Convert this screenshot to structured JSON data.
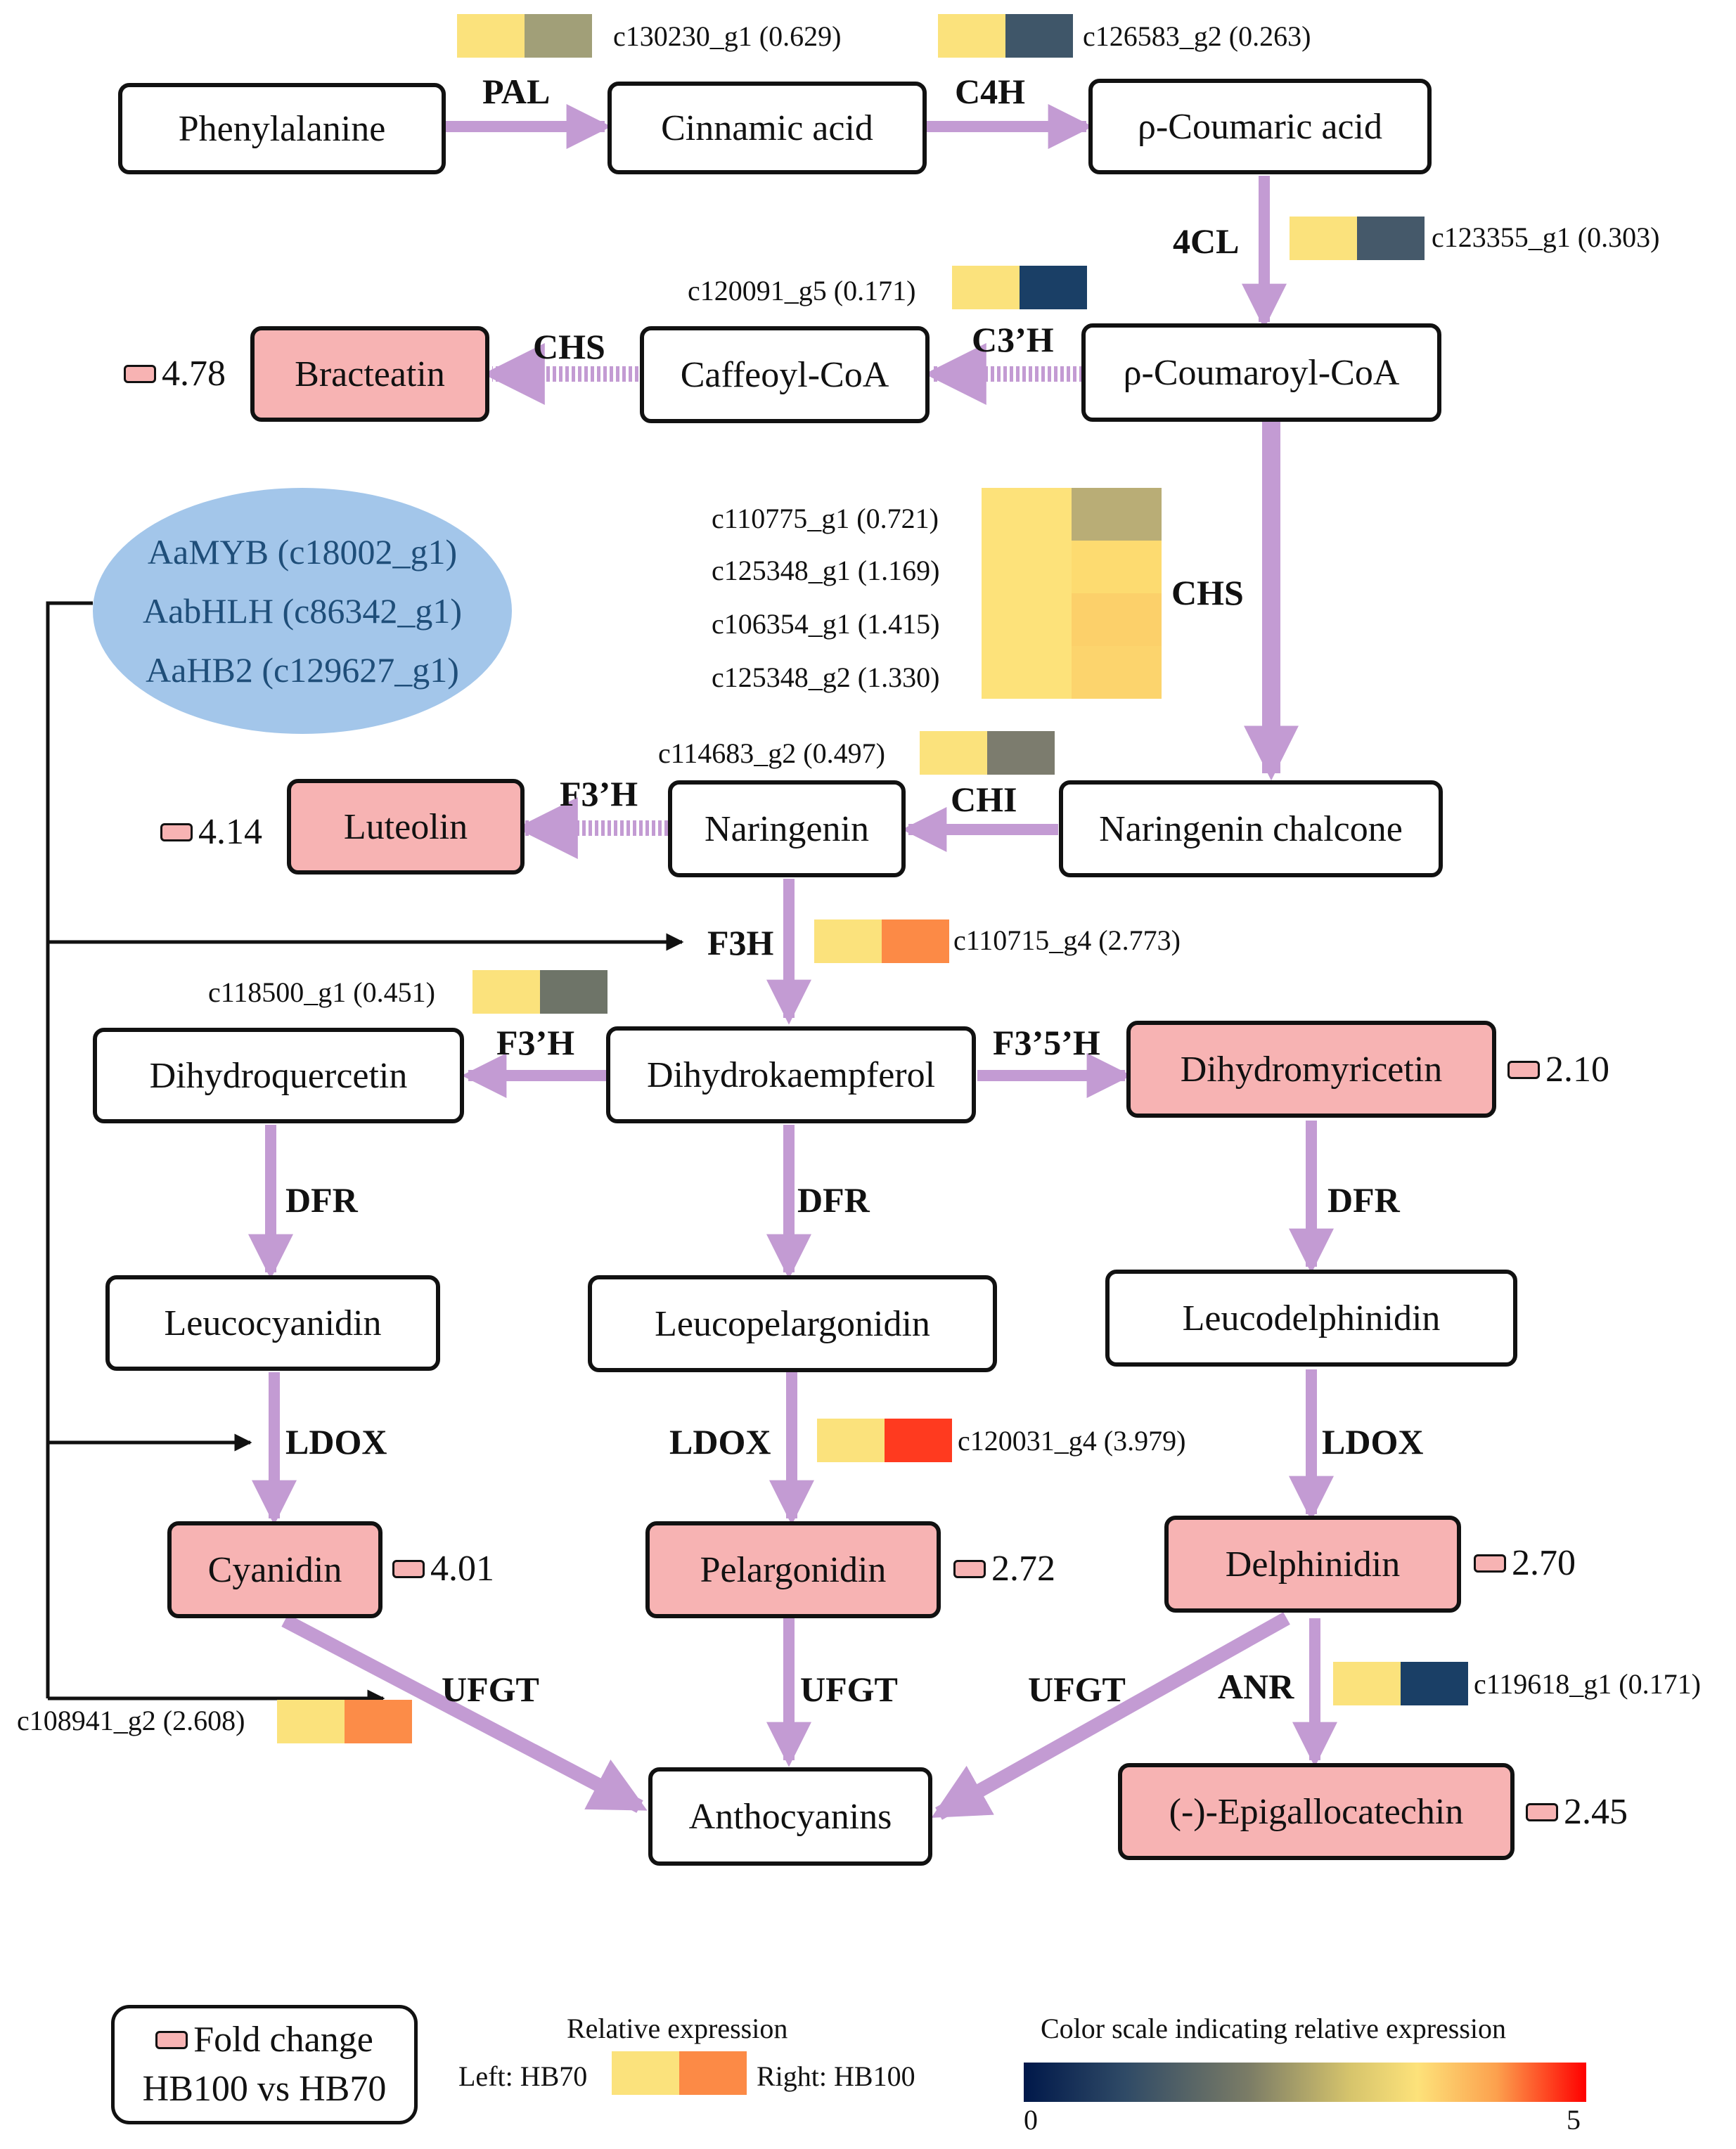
{
  "nodes": {
    "phenylalanine": "Phenylalanine",
    "cinnamic_acid": "Cinnamic acid",
    "p_coumaric_acid": "ρ-Coumaric acid",
    "p_coumaroyl_coa": "ρ-Coumaroyl-CoA",
    "caffeoyl_coa": "Caffeoyl-CoA",
    "bracteatin": "Bracteatin",
    "naringenin_chalcone": "Naringenin chalcone",
    "naringenin": "Naringenin",
    "luteolin": "Luteolin",
    "dihydroquercetin": "Dihydroquercetin",
    "dihydrokaempferol": "Dihydrokaempferol",
    "dihydromyricetin": "Dihydromyricetin",
    "leucocyanidin": "Leucocyanidin",
    "leucopelargonidin": "Leucopelargonidin",
    "leucodelphinidin": "Leucodelphinidin",
    "cyanidin": "Cyanidin",
    "pelargonidin": "Pelargonidin",
    "delphinidin": "Delphinidin",
    "anthocyanins": "Anthocyanins",
    "epigallocatechin": "(-)-Epigallocatechin"
  },
  "enzymes": {
    "pal": "PAL",
    "c4h": "C4H",
    "c4l": "4CL",
    "chs_bracteatin": "CHS",
    "c3h": "C3’H",
    "chs_main": "CHS",
    "chi": "CHI",
    "f3h_luteolin": "F3’H",
    "f3h": "F3H",
    "f3h_dihydroquercetin": "F3’H",
    "f35h": "F3’5’H",
    "dfr_left": "DFR",
    "dfr_mid": "DFR",
    "dfr_right": "DFR",
    "ldox_left": "LDOX",
    "ldox_mid": "LDOX",
    "ldox_right": "LDOX",
    "ufgt_left": "UFGT",
    "ufgt_mid": "UFGT",
    "ufgt_right": "UFGT",
    "anr": "ANR"
  },
  "genes": {
    "pal": {
      "label": "c130230_g1 (0.629)",
      "left": "#fbe27c",
      "right": "#a19f78"
    },
    "c4h": {
      "label": "c126583_g2 (0.263)",
      "left": "#fbe27c",
      "right": "#3f5669"
    },
    "c4l": {
      "label": "c123355_g1 (0.303)",
      "left": "#fbe27c",
      "right": "#45596a"
    },
    "c3h": {
      "label": "c120091_g5 (0.171)",
      "left": "#fbe27c",
      "right": "#1a3f66"
    },
    "chs": [
      {
        "label": "c110775_g1 (0.721)",
        "left": "#fde27a",
        "right": "#b9ad76"
      },
      {
        "label": "c125348_g1 (1.169)",
        "left": "#fde27a",
        "right": "#fddb70"
      },
      {
        "label": "c106354_g1 (1.415)",
        "left": "#fde27a",
        "right": "#fcd06a"
      },
      {
        "label": "c125348_g2 (1.330)",
        "left": "#fde27a",
        "right": "#fcd46d"
      }
    ],
    "chi": {
      "label": "c114683_g2 (0.497)",
      "left": "#fbe27c",
      "right": "#7c7c6e"
    },
    "f3h": {
      "label": "c110715_g4 (2.773)",
      "left": "#fbe27c",
      "right": "#fc8a46"
    },
    "f3h_dq": {
      "label": "c118500_g1 (0.451)",
      "left": "#fbe27c",
      "right": "#6e7468"
    },
    "ldox": {
      "label": "c120031_g4 (3.979)",
      "left": "#fbe27c",
      "right": "#ff3a1f"
    },
    "ufgt": {
      "label": "c108941_g2 (2.608)",
      "left": "#fbe27c",
      "right": "#fc8c48"
    },
    "anr": {
      "label": "c119618_g1 (0.171)",
      "left": "#fbe27c",
      "right": "#1a3f66"
    }
  },
  "fold_changes": {
    "bracteatin": "4.78",
    "luteolin": "4.14",
    "dihydromyricetin": "2.10",
    "cyanidin": "4.01",
    "pelargonidin": "2.72",
    "delphinidin": "2.70",
    "epigallocatechin": "2.45"
  },
  "transcription_factors": [
    "AaMYB (c18002_g1)",
    "AabHLH (c86342_g1)",
    "AaHB2 (c129627_g1)"
  ],
  "legend": {
    "fold_change_title": "Fold change",
    "fold_change_subtitle": "HB100 vs HB70",
    "relative_expression_title": "Relative expression",
    "left_label": "Left: HB70",
    "right_label": "Right: HB100",
    "left_color": "#fbe27c",
    "right_color": "#fc8a46",
    "scale_title": "Color scale indicating relative expression",
    "scale_min": "0",
    "scale_max": "5"
  },
  "colors": {
    "arrow": "#c39bd3",
    "highlight": "#f7b3b3",
    "tf_fill": "#a3c6ea",
    "tf_text": "#1f4e79"
  }
}
